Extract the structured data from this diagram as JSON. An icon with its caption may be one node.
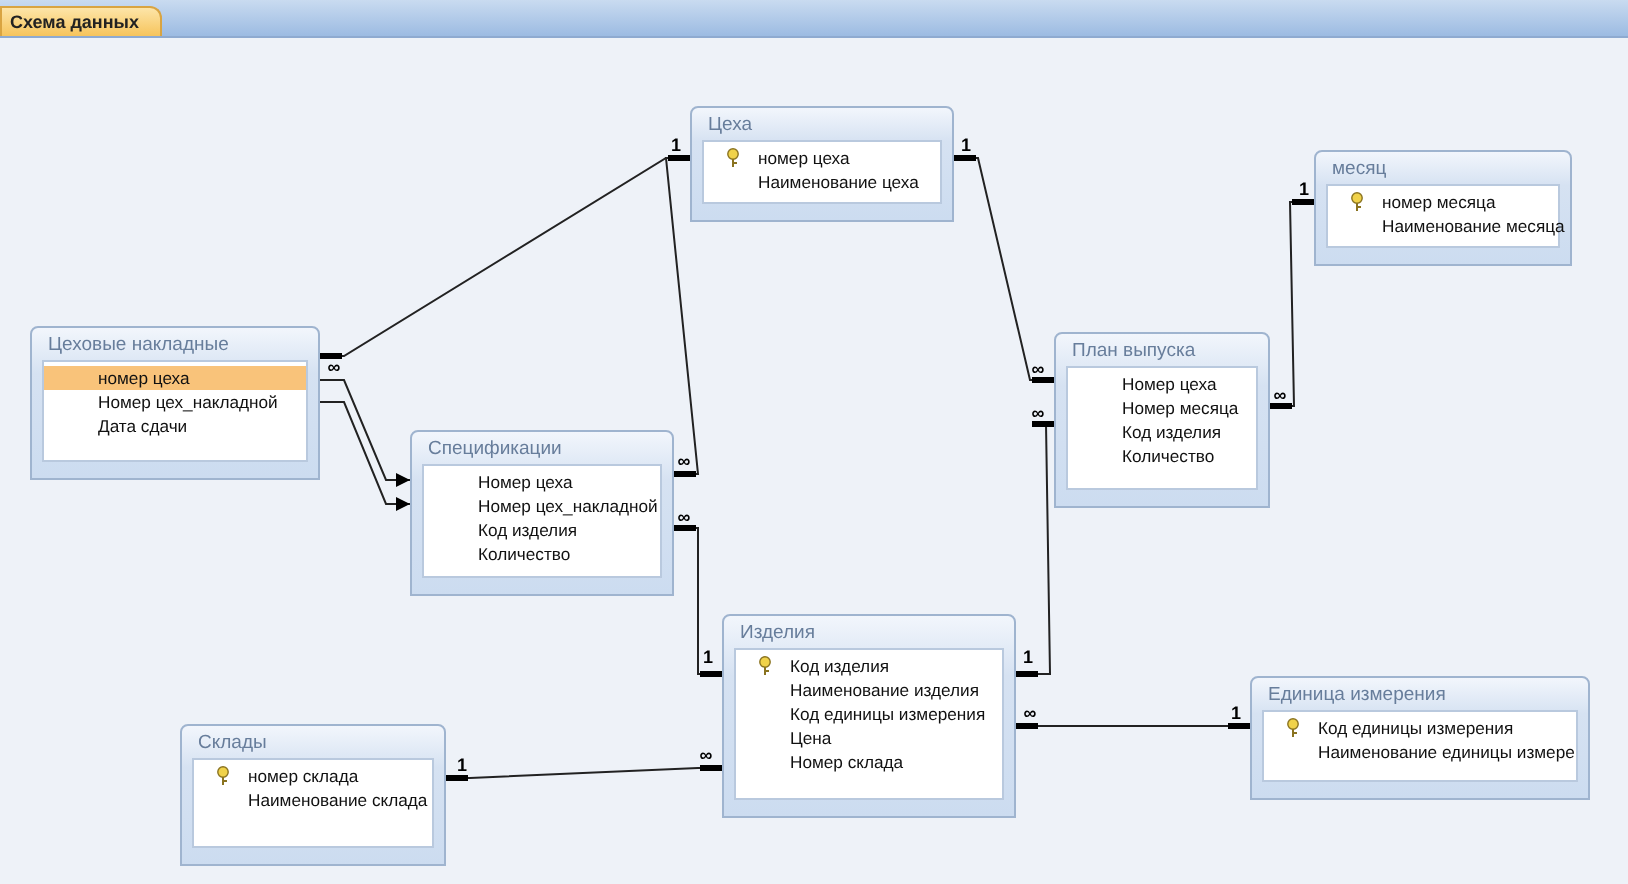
{
  "diagram": {
    "title": "Схема данных",
    "nodes": [
      {
        "text": [
          "Цеха",
          "номер цеха",
          "Наименование цеха"
        ]
      },
      {
        "text": [
          "месяц",
          "номер месяца",
          "Наименование месяца"
        ]
      },
      {
        "text": [
          "Цеховые накладные",
          "номер цеха",
          "Номер цех_накладной",
          "Дата сдачи"
        ]
      },
      {
        "text": [
          "План выпуска",
          "Номер цеха",
          "Номер месяца",
          "Код изделия",
          "Количество"
        ]
      },
      {
        "text": [
          "Спецификации",
          "Номер цеха",
          "Номер цех_накладной",
          "Код изделия",
          "Количество"
        ]
      },
      {
        "text": [
          "Изделия",
          "Код изделия",
          "Наименование изделия",
          "Код единицы измерения",
          "Цена",
          "Номер склада"
        ]
      },
      {
        "text": [
          "Склады",
          "номер склада",
          "Наименование склада"
        ]
      },
      {
        "text": [
          "Единица измерения",
          "Код единицы измерения",
          "Наименование единицы измере"
        ]
      }
    ],
    "edges": [
      {
        "from": 0,
        "to": 2,
        "arrow": "other"
      },
      {
        "from": 0,
        "to": 4,
        "arrow": "other"
      },
      {
        "from": 0,
        "to": 3,
        "arrow": "other"
      },
      {
        "from": 1,
        "to": 3,
        "arrow": "other"
      },
      {
        "from": 2,
        "to": 4,
        "arrow": "to"
      },
      {
        "from": 2,
        "to": 4,
        "arrow": "to"
      },
      {
        "from": 5,
        "to": 4,
        "arrow": "other"
      },
      {
        "from": 5,
        "to": 3,
        "arrow": "other"
      },
      {
        "from": 6,
        "to": 5,
        "arrow": "other"
      },
      {
        "from": 7,
        "to": 5,
        "arrow": "other"
      }
    ],
    "labels": [
      "1",
      "1",
      "1",
      "∞",
      "∞",
      "∞",
      "∞",
      "∞",
      "∞",
      "1",
      "1",
      "1",
      "∞",
      "∞",
      "1"
    ]
  }
}
